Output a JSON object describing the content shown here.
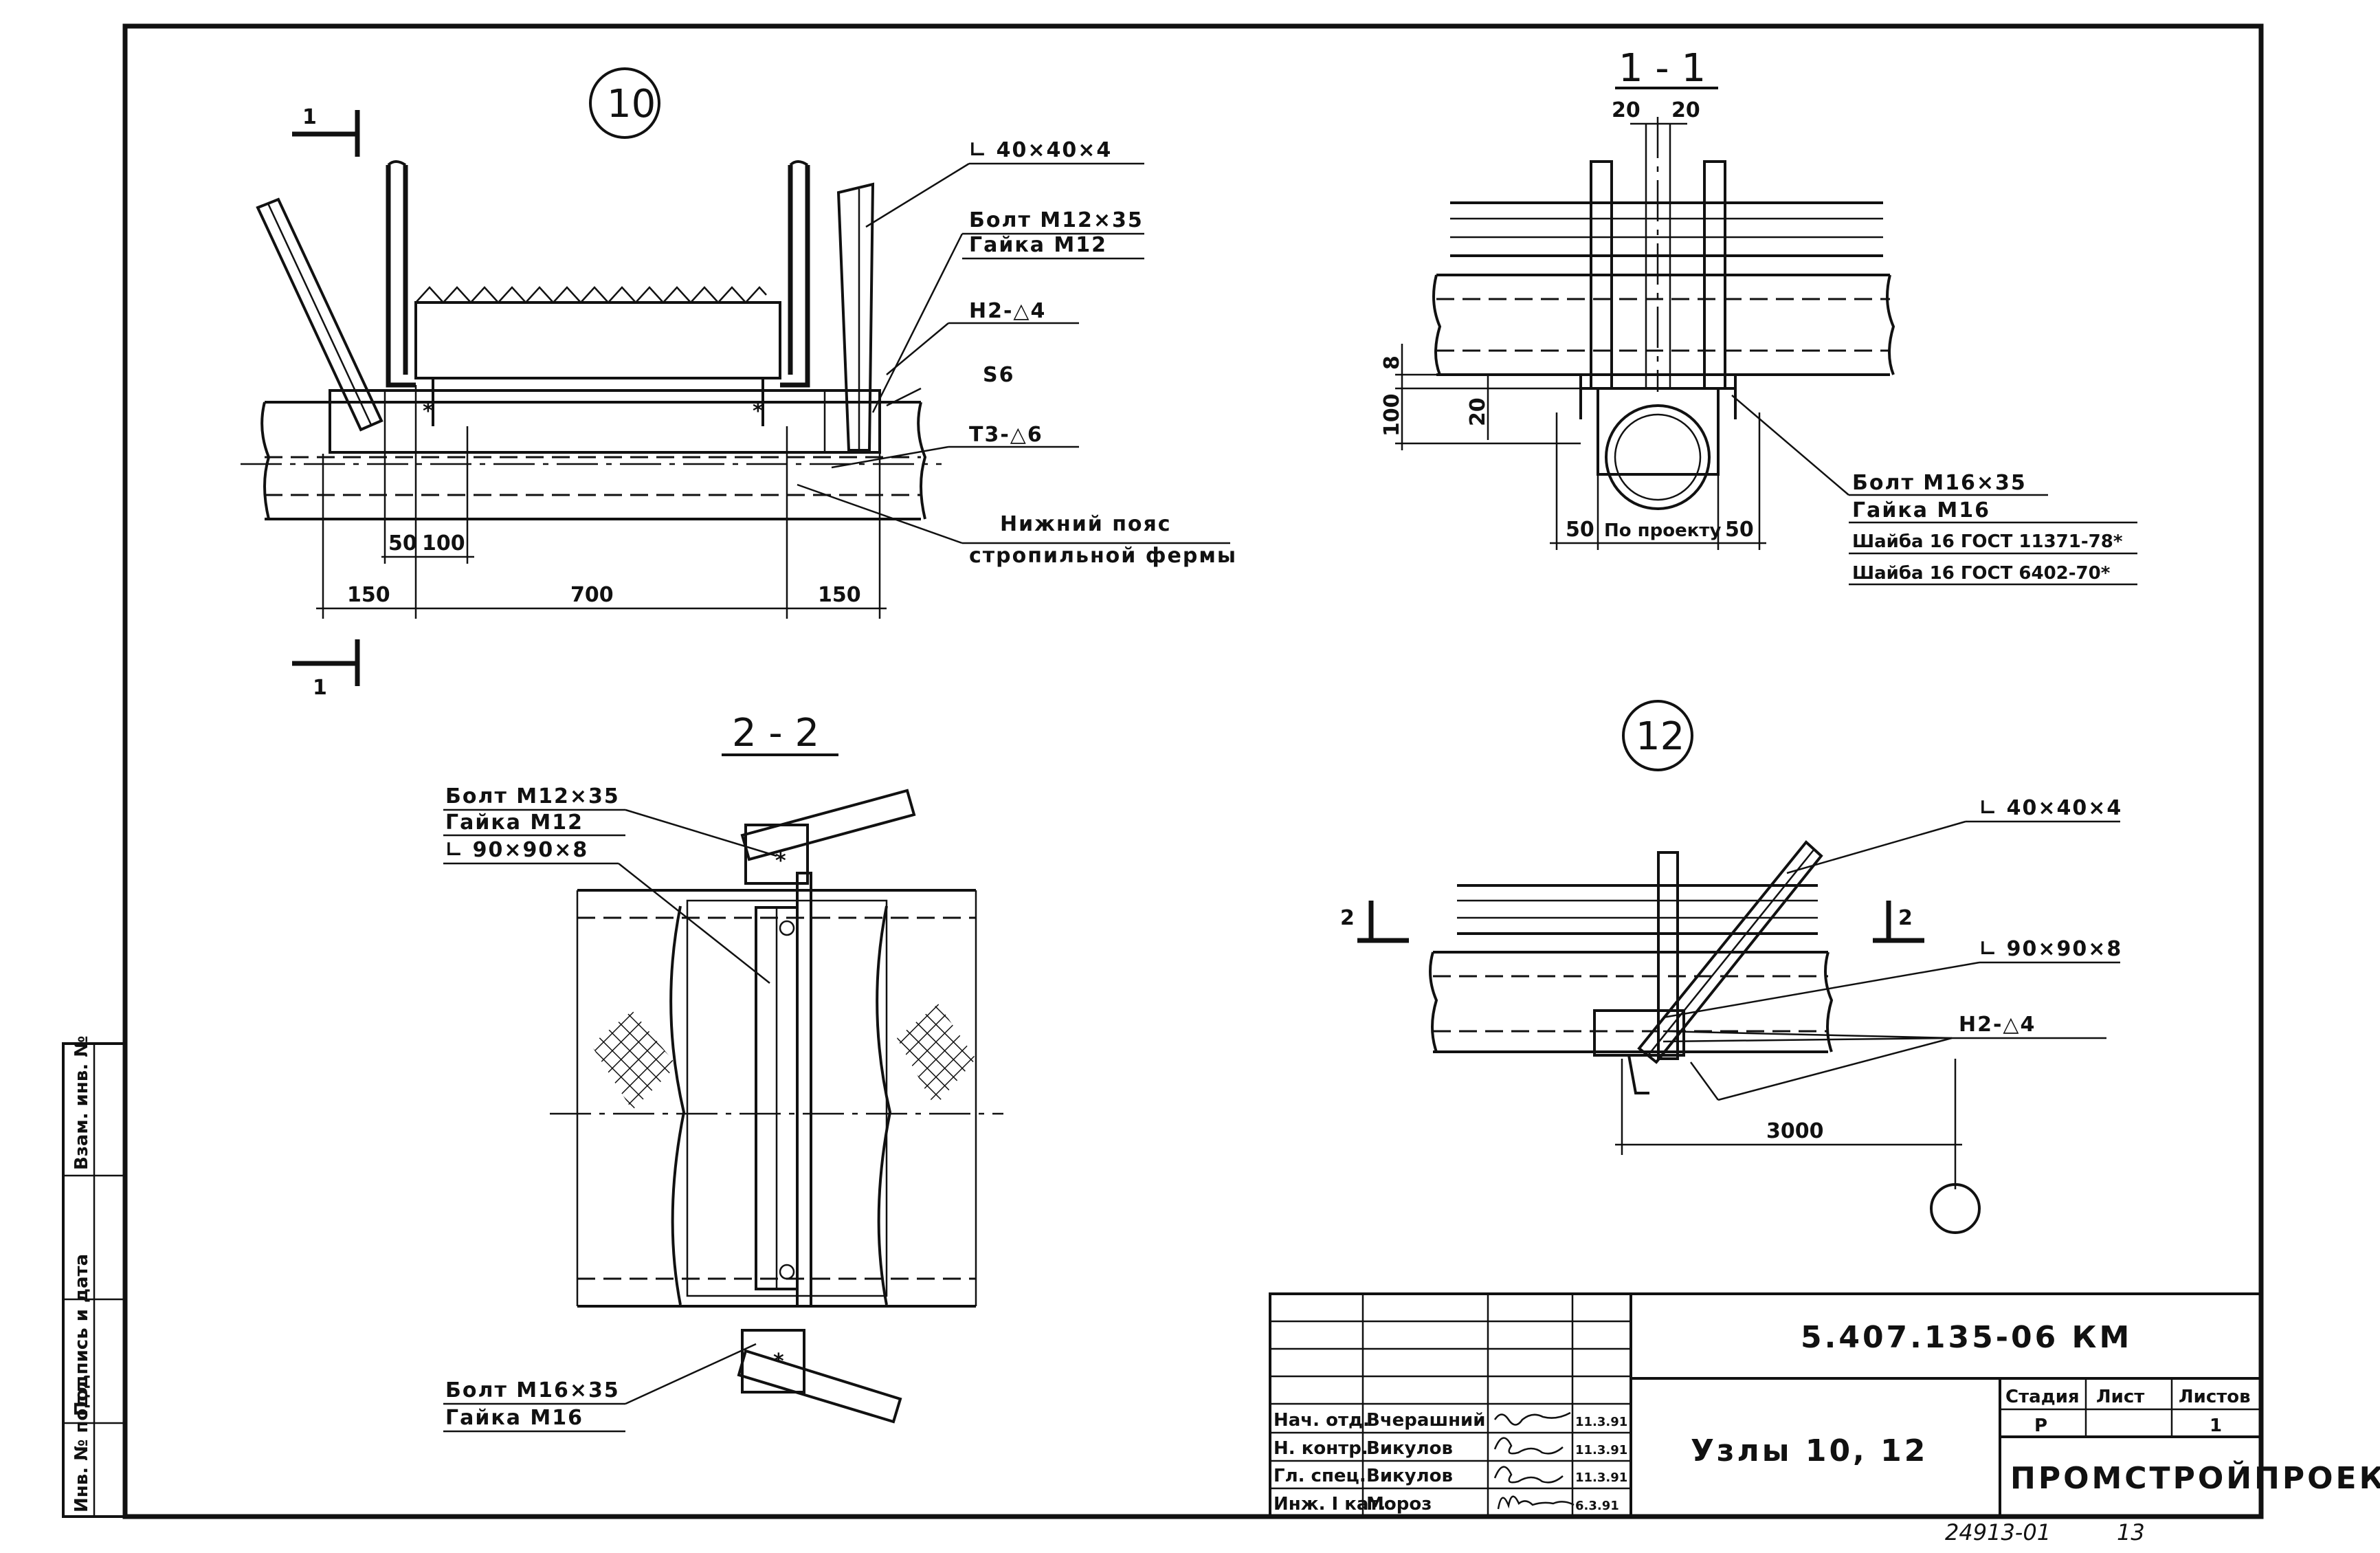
{
  "node_10": {
    "mark": "10",
    "section_mark": "1",
    "labels": {
      "angle_40": "∟ 40×40×4",
      "bolt_m12": "Болт М12×35",
      "nut_m12": "Гайка М12",
      "weld_n2": "Н2-△4",
      "plate_s6": "S6",
      "weld_t3": "Т3-△6",
      "chord_line1": "Нижний пояс",
      "chord_line2": "стропильной фермы"
    },
    "dims": {
      "d50": "50",
      "d100": "100",
      "d150a": "150",
      "d700": "700",
      "d150b": "150"
    }
  },
  "section_1_1": {
    "title": "1 - 1",
    "dims": {
      "d20a": "20",
      "d20b": "20",
      "d8": "8",
      "d100": "100",
      "d20c": "20",
      "d50a": "50",
      "per_project": "По проекту",
      "d50b": "50"
    },
    "labels": {
      "bolt": "Болт М16×35",
      "nut": "Гайка М16",
      "washer1": "Шайба 16 ГОСТ 11371-78*",
      "washer2": "Шайба 16 ГОСТ 6402-70*"
    }
  },
  "section_2_2": {
    "title": "2 - 2",
    "labels": {
      "bolt_m12": "Болт М12×35",
      "nut_m12": "Гайка М12",
      "angle_90": "∟ 90×90×8",
      "bolt_m16": "Болт М16×35",
      "nut_m16": "Гайка М16"
    }
  },
  "node_12": {
    "mark": "12",
    "section_mark": "2",
    "labels": {
      "angle_40": "∟ 40×40×4",
      "angle_90": "∟ 90×90×8",
      "weld_n2": "Н2-△4"
    },
    "dims": {
      "d3000": "3000"
    }
  },
  "side_stamp": {
    "cells": [
      "Инв. № подл.",
      "Подпись и дата",
      "Взам. инв. №"
    ]
  },
  "title_block": {
    "doc_code": "5.407.135-06 КМ",
    "sheet_title": "Узлы 10, 12",
    "org": "ПРОМСТРОЙПРОЕКТ",
    "stage_header": "Стадия",
    "sheet_header": "Лист",
    "sheets_header": "Листов",
    "stage": "Р",
    "sheet": "",
    "sheets": "1",
    "signers": [
      {
        "role": "Нач. отд.",
        "name": "Вчерашний",
        "date": "11.3.91"
      },
      {
        "role": "Н. контр.",
        "name": "Викулов",
        "date": "11.3.91"
      },
      {
        "role": "Гл. спец.",
        "name": "Викулов",
        "date": "11.3.91"
      },
      {
        "role": "Инж. I кат.",
        "name": "Мороз",
        "date": "6.3.91"
      }
    ]
  },
  "footer": {
    "archive_no": "24913-01",
    "page": "13"
  }
}
